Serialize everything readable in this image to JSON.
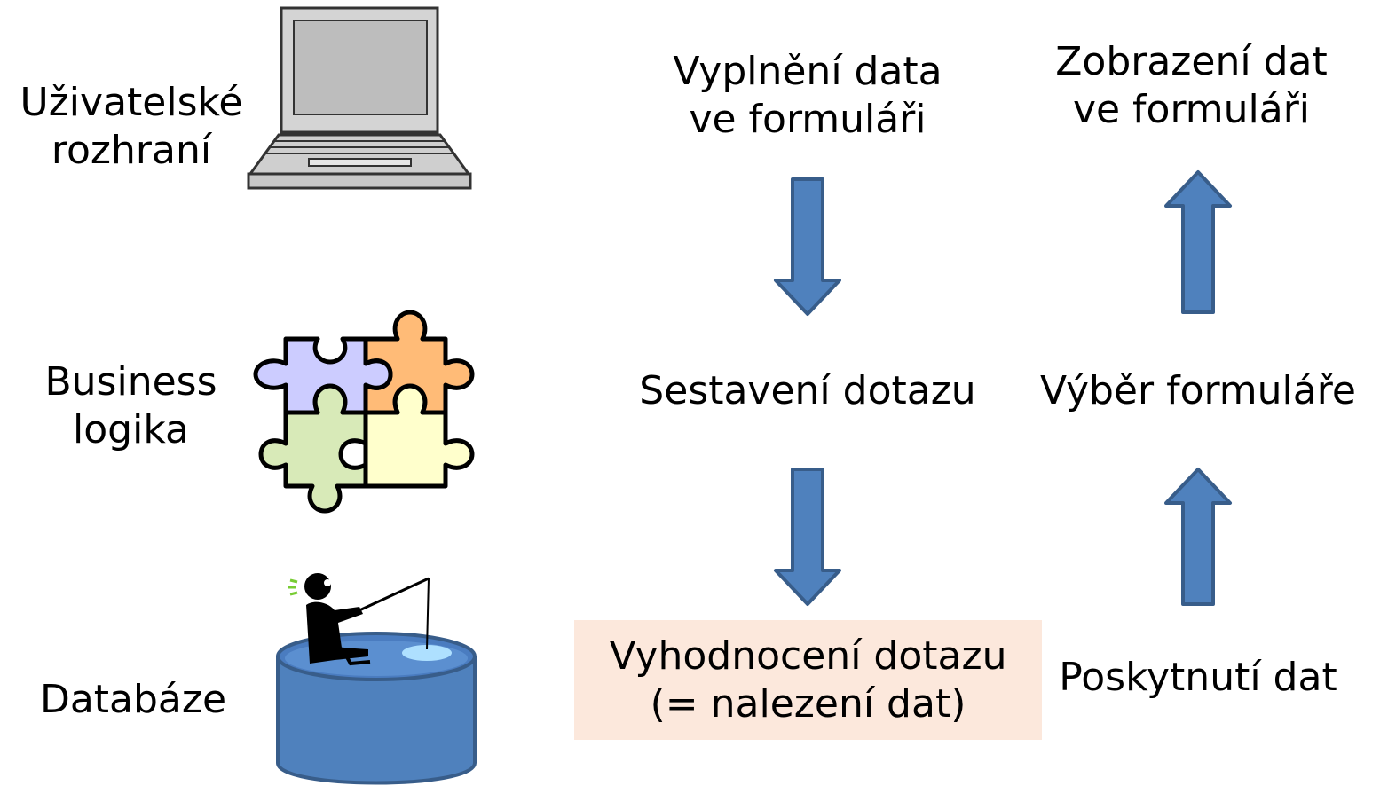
{
  "colors": {
    "arrow_fill": "#4f81bd",
    "arrow_stroke": "#385d8a",
    "highlight_bg": "#fce8dc",
    "db_fill": "#4f81bd",
    "puzzle_purple": "#ccccff",
    "puzzle_orange": "#ffbb77",
    "puzzle_green": "#d8eab8",
    "puzzle_yellow": "#ffffcc"
  },
  "layers": [
    {
      "line1": "Uživatelské",
      "line2": "rozhraní",
      "icon": "laptop-icon"
    },
    {
      "line1": "Business",
      "line2": "logika",
      "icon": "puzzle-icon"
    },
    {
      "line1": "Databáze",
      "icon": "database-fishing-icon"
    }
  ],
  "request_flow": {
    "step1": {
      "line1": "Vyplnění data",
      "line2": "ve formuláři"
    },
    "step2": "Sestavení dotazu",
    "step3": {
      "line1": "Vyhodnocení dotazu",
      "line2": "(= nalezení dat)"
    }
  },
  "response_flow": {
    "step1": "Poskytnutí dat",
    "step2": "Výběr formuláře",
    "step3": {
      "line1": "Zobrazení dat",
      "line2": "ve formuláři"
    }
  }
}
